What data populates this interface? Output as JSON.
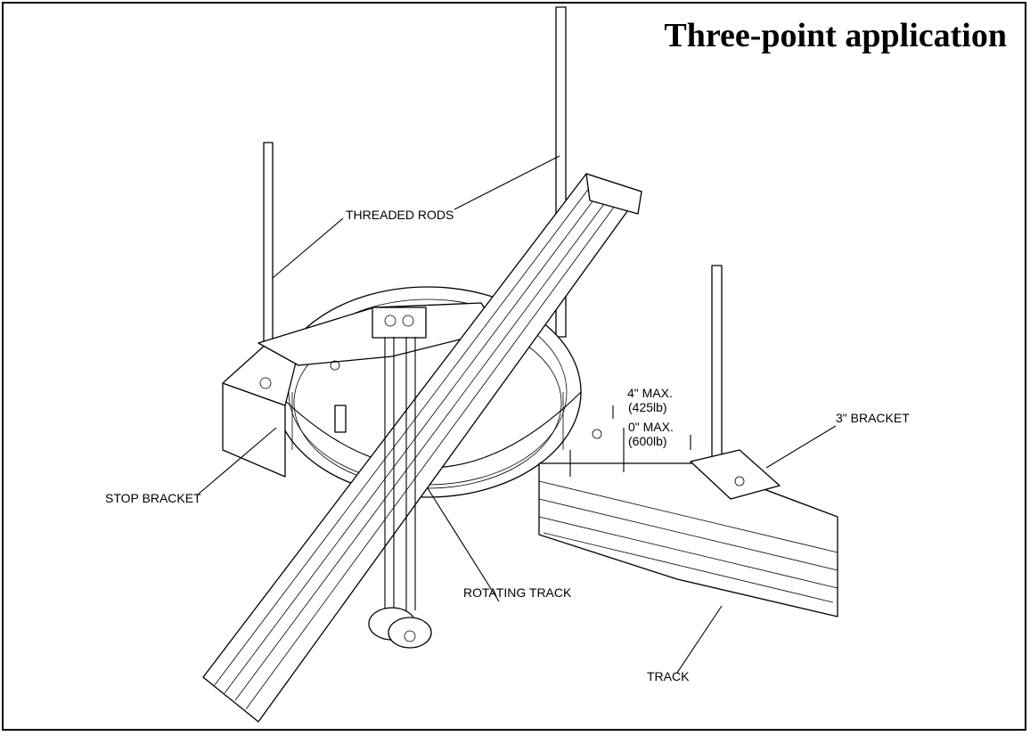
{
  "title": "Three-point application",
  "labels": {
    "threaded_rods": "THREADED RODS",
    "stop_bracket": "STOP BRACKET",
    "rotating_track": "ROTATING TRACK",
    "track": "TRACK",
    "bracket_3in": "3\" BRACKET",
    "max4": "4\" MAX.",
    "max4_load": "(425lb)",
    "max0": "0\" MAX.",
    "max0_load": "(600lb)"
  }
}
